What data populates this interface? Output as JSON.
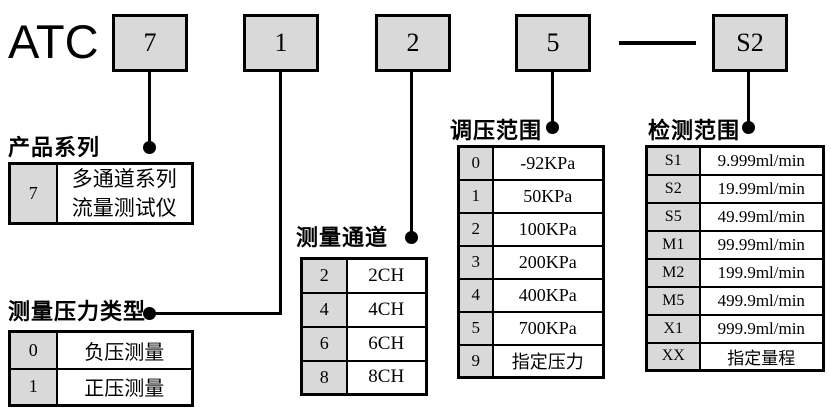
{
  "title": "ATC",
  "code_boxes": [
    {
      "segment": "series",
      "value": "7"
    },
    {
      "segment": "pressure-type",
      "value": "1"
    },
    {
      "segment": "channels",
      "value": "2"
    },
    {
      "segment": "pressure-range",
      "value": "5"
    },
    {
      "segment": "detect-range",
      "value": "S2"
    }
  ],
  "colors": {
    "box_fill": "#d9d9d9",
    "border": "#000000",
    "background": "#ffffff"
  },
  "sections": {
    "series": {
      "label": "产品系列",
      "rows": [
        [
          "7",
          "多通道系列\n流量测试仪"
        ]
      ]
    },
    "pressure_type": {
      "label": "测量压力类型",
      "rows": [
        [
          "0",
          "负压测量"
        ],
        [
          "1",
          "正压测量"
        ]
      ]
    },
    "channels": {
      "label": "测量通道",
      "rows": [
        [
          "2",
          "2CH"
        ],
        [
          "4",
          "4CH"
        ],
        [
          "6",
          "6CH"
        ],
        [
          "8",
          "8CH"
        ]
      ]
    },
    "pressure_range": {
      "label": "调压范围",
      "rows": [
        [
          "0",
          "-92KPa"
        ],
        [
          "1",
          "50KPa"
        ],
        [
          "2",
          "100KPa"
        ],
        [
          "3",
          "200KPa"
        ],
        [
          "4",
          "400KPa"
        ],
        [
          "5",
          "700KPa"
        ],
        [
          "9",
          "指定压力"
        ]
      ]
    },
    "detect_range": {
      "label": "检测范围",
      "rows": [
        [
          "S1",
          "9.999ml/min"
        ],
        [
          "S2",
          "19.99ml/min"
        ],
        [
          "S5",
          "49.99ml/min"
        ],
        [
          "M1",
          "99.99ml/min"
        ],
        [
          "M2",
          "199.9ml/min"
        ],
        [
          "M5",
          "499.9ml/min"
        ],
        [
          "X1",
          "999.9ml/min"
        ],
        [
          "XX",
          "指定量程"
        ]
      ]
    }
  }
}
